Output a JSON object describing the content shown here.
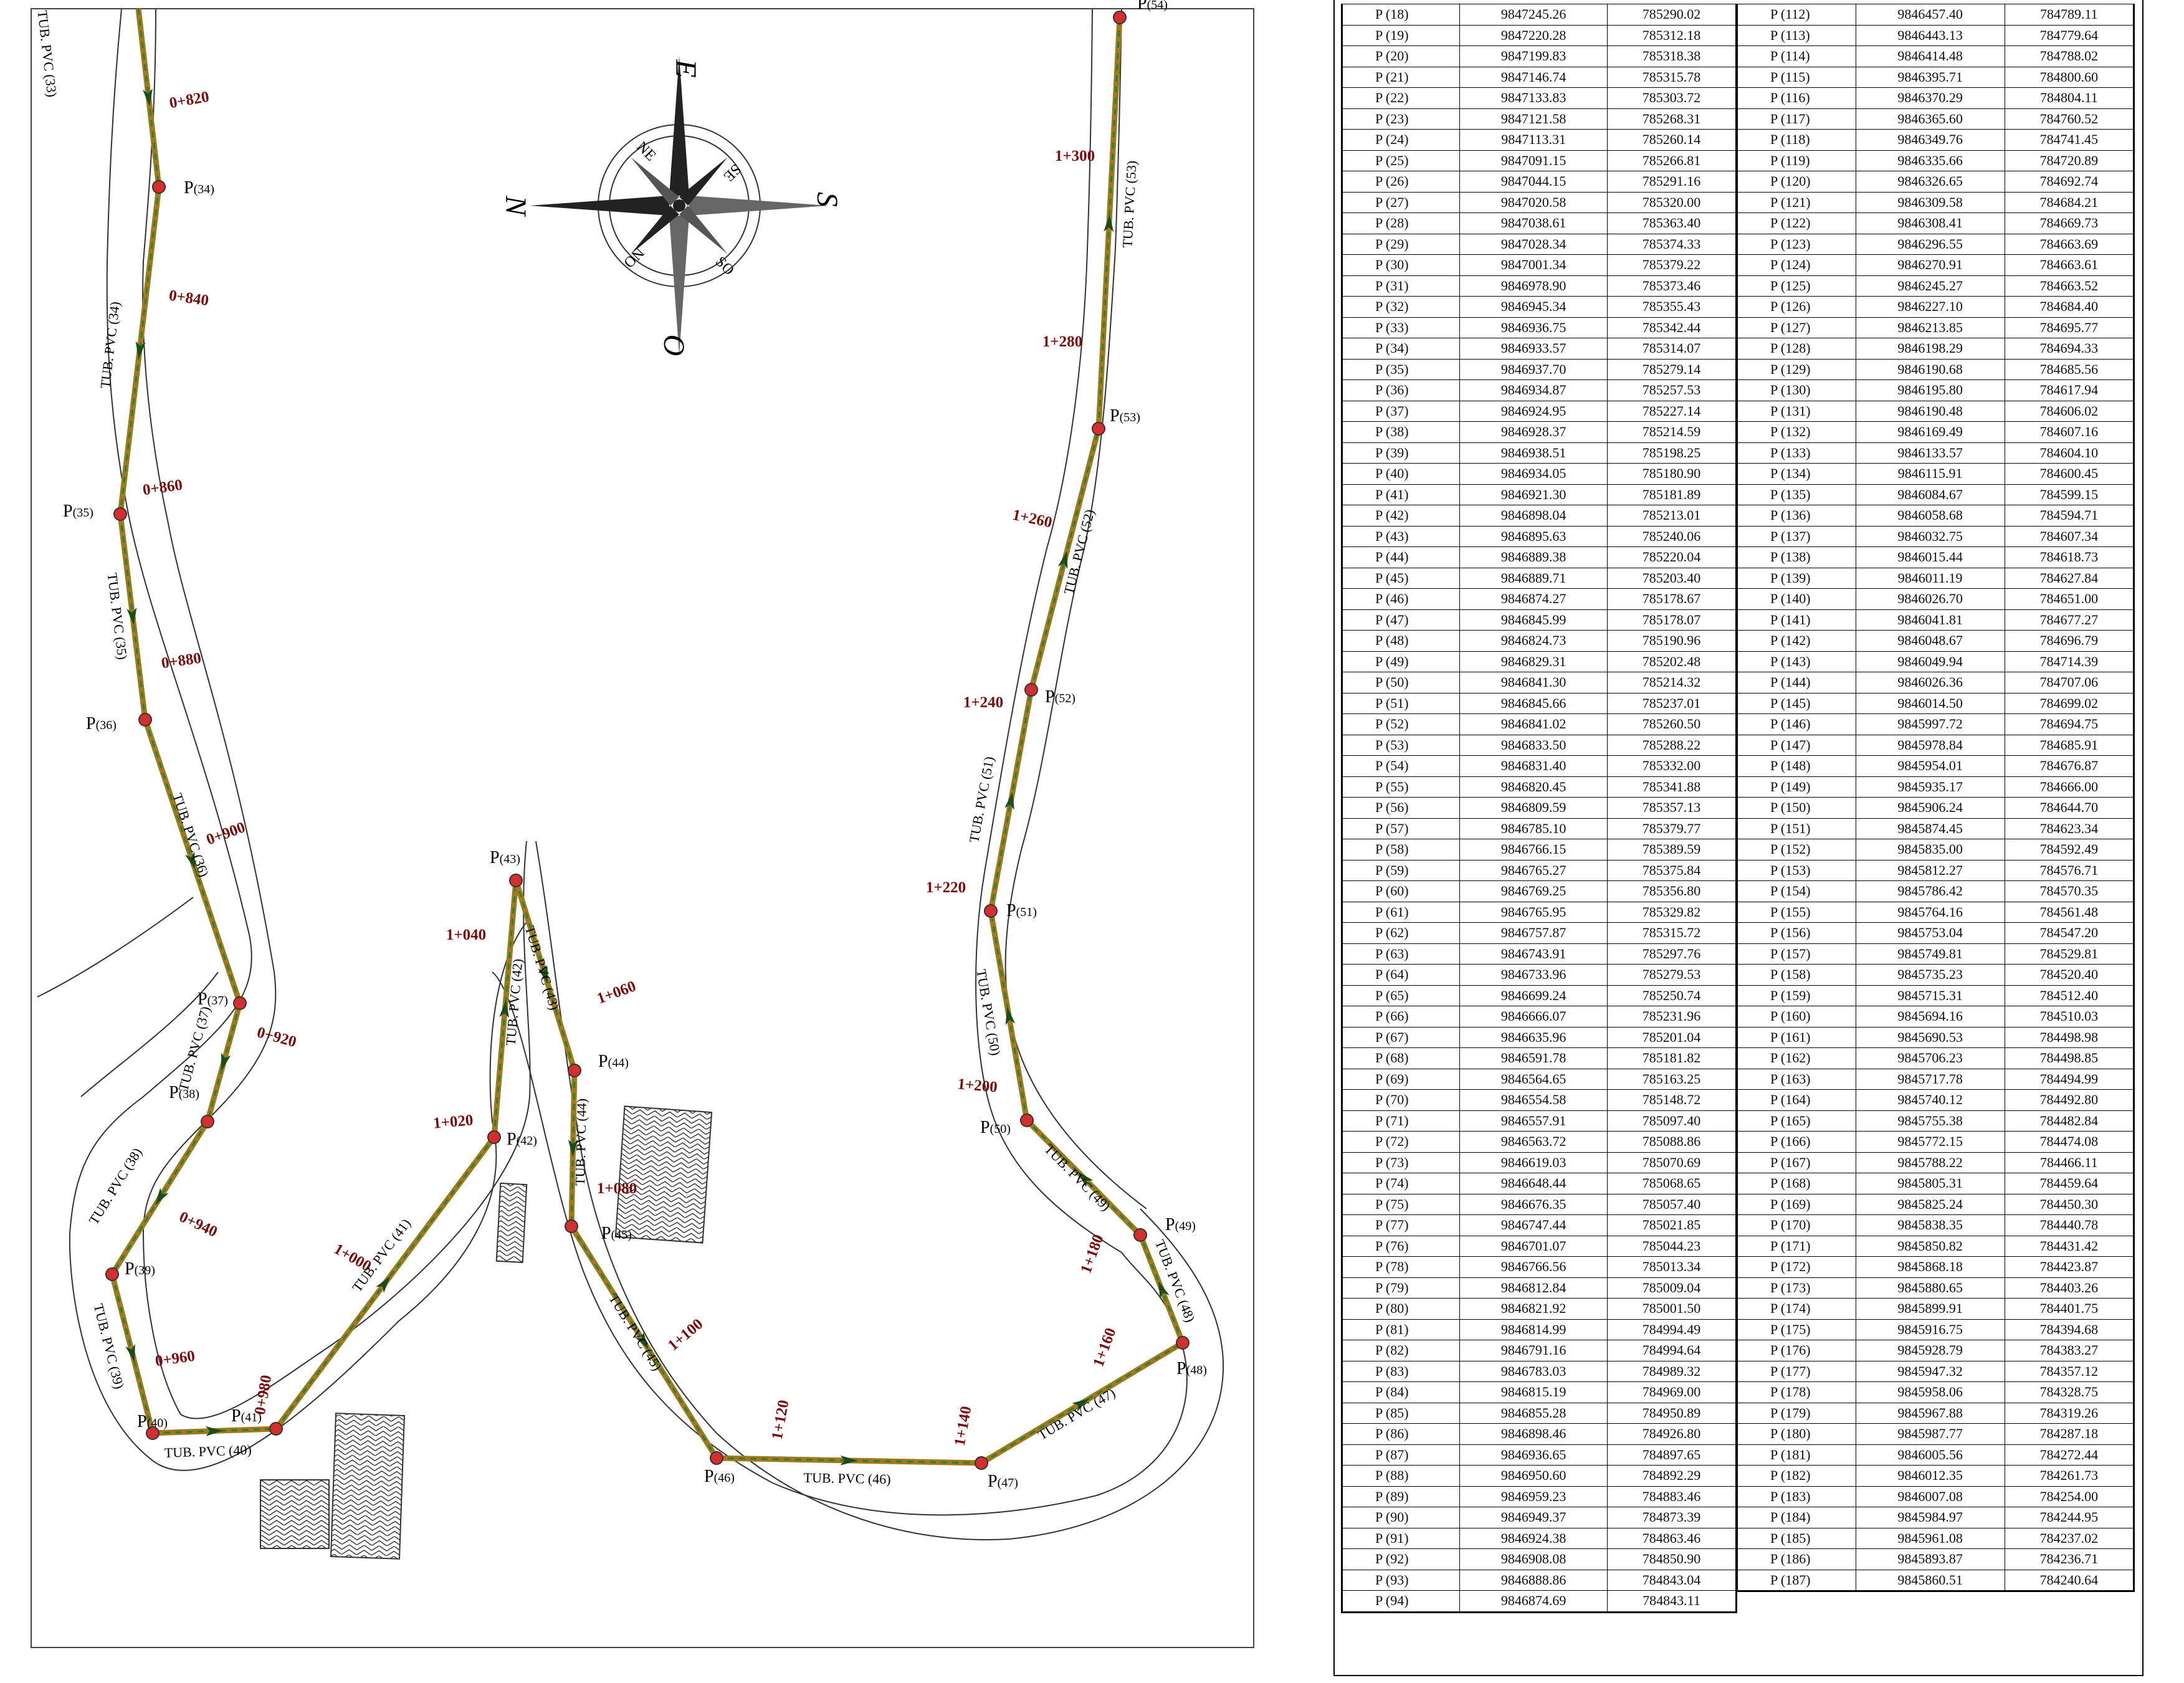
{
  "compass": {
    "north": "N",
    "east": "E",
    "south": "S",
    "west": "O",
    "ne": "NE",
    "se": "SE",
    "so": "SO",
    "no": "NO"
  },
  "stations": [
    "0+820",
    "0+840",
    "0+860",
    "0+880",
    "0+900",
    "0+920",
    "0+940",
    "0+960",
    "0+980",
    "1+000",
    "1+020",
    "1+040",
    "1+060",
    "1+080",
    "1+100",
    "1+120",
    "1+140",
    "1+160",
    "1+180",
    "1+200",
    "1+220",
    "1+240",
    "1+260",
    "1+280",
    "1+300"
  ],
  "pipes": [
    "TUB. PVC (33)",
    "TUB. PVC (34)",
    "TUB. PVC (35)",
    "TUB. PVC (36)",
    "TUB. PVC (37)",
    "TUB. PVC (38)",
    "TUB. PVC (39)",
    "TUB. PVC (40)",
    "TUB. PVC (41)",
    "TUB. PVC (42)",
    "TUB. PVC (43)",
    "TUB. PVC (44)",
    "TUB. PVC (45)",
    "TUB. PVC (46)",
    "TUB. PVC (47)",
    "TUB. PVC (48)",
    "TUB. PVC (49)",
    "TUB. PVC (50)",
    "TUB. PVC (51)",
    "TUB. PVC (52)",
    "TUB. PVC (53)"
  ],
  "points": [
    {
      "p": "P",
      "n": "(34)"
    },
    {
      "p": "P",
      "n": "(35)"
    },
    {
      "p": "P",
      "n": "(36)"
    },
    {
      "p": "P",
      "n": "(37)"
    },
    {
      "p": "P",
      "n": "(38)"
    },
    {
      "p": "P",
      "n": "(39)"
    },
    {
      "p": "P",
      "n": "(40)"
    },
    {
      "p": "P",
      "n": "(41)"
    },
    {
      "p": "P",
      "n": "(42)"
    },
    {
      "p": "P",
      "n": "(43)"
    },
    {
      "p": "P",
      "n": "(44)"
    },
    {
      "p": "P",
      "n": "(45)"
    },
    {
      "p": "P",
      "n": "(46)"
    },
    {
      "p": "P",
      "n": "(47)"
    },
    {
      "p": "P",
      "n": "(48)"
    },
    {
      "p": "P",
      "n": "(49)"
    },
    {
      "p": "P",
      "n": "(50)"
    },
    {
      "p": "P",
      "n": "(51)"
    },
    {
      "p": "P",
      "n": "(52)"
    },
    {
      "p": "P",
      "n": "(53)"
    },
    {
      "p": "P",
      "n": "(54)"
    }
  ],
  "table_left": [
    [
      "P (18)",
      "9847245.26",
      "785290.02"
    ],
    [
      "P (19)",
      "9847220.28",
      "785312.18"
    ],
    [
      "P (20)",
      "9847199.83",
      "785318.38"
    ],
    [
      "P (21)",
      "9847146.74",
      "785315.78"
    ],
    [
      "P (22)",
      "9847133.83",
      "785303.72"
    ],
    [
      "P (23)",
      "9847121.58",
      "785268.31"
    ],
    [
      "P (24)",
      "9847113.31",
      "785260.14"
    ],
    [
      "P (25)",
      "9847091.15",
      "785266.81"
    ],
    [
      "P (26)",
      "9847044.15",
      "785291.16"
    ],
    [
      "P (27)",
      "9847020.58",
      "785320.00"
    ],
    [
      "P (28)",
      "9847038.61",
      "785363.40"
    ],
    [
      "P (29)",
      "9847028.34",
      "785374.33"
    ],
    [
      "P (30)",
      "9847001.34",
      "785379.22"
    ],
    [
      "P (31)",
      "9846978.90",
      "785373.46"
    ],
    [
      "P (32)",
      "9846945.34",
      "785355.43"
    ],
    [
      "P (33)",
      "9846936.75",
      "785342.44"
    ],
    [
      "P (34)",
      "9846933.57",
      "785314.07"
    ],
    [
      "P (35)",
      "9846937.70",
      "785279.14"
    ],
    [
      "P (36)",
      "9846934.87",
      "785257.53"
    ],
    [
      "P (37)",
      "9846924.95",
      "785227.14"
    ],
    [
      "P (38)",
      "9846928.37",
      "785214.59"
    ],
    [
      "P (39)",
      "9846938.51",
      "785198.25"
    ],
    [
      "P (40)",
      "9846934.05",
      "785180.90"
    ],
    [
      "P (41)",
      "9846921.30",
      "785181.89"
    ],
    [
      "P (42)",
      "9846898.04",
      "785213.01"
    ],
    [
      "P (43)",
      "9846895.63",
      "785240.06"
    ],
    [
      "P (44)",
      "9846889.38",
      "785220.04"
    ],
    [
      "P (45)",
      "9846889.71",
      "785203.40"
    ],
    [
      "P (46)",
      "9846874.27",
      "785178.67"
    ],
    [
      "P (47)",
      "9846845.99",
      "785178.07"
    ],
    [
      "P (48)",
      "9846824.73",
      "785190.96"
    ],
    [
      "P (49)",
      "9846829.31",
      "785202.48"
    ],
    [
      "P (50)",
      "9846841.30",
      "785214.32"
    ],
    [
      "P (51)",
      "9846845.66",
      "785237.01"
    ],
    [
      "P (52)",
      "9846841.02",
      "785260.50"
    ],
    [
      "P (53)",
      "9846833.50",
      "785288.22"
    ],
    [
      "P (54)",
      "9846831.40",
      "785332.00"
    ],
    [
      "P (55)",
      "9846820.45",
      "785341.88"
    ],
    [
      "P (56)",
      "9846809.59",
      "785357.13"
    ],
    [
      "P (57)",
      "9846785.10",
      "785379.77"
    ],
    [
      "P (58)",
      "9846766.15",
      "785389.59"
    ],
    [
      "P (59)",
      "9846765.27",
      "785375.84"
    ],
    [
      "P (60)",
      "9846769.25",
      "785356.80"
    ],
    [
      "P (61)",
      "9846765.95",
      "785329.82"
    ],
    [
      "P (62)",
      "9846757.87",
      "785315.72"
    ],
    [
      "P (63)",
      "9846743.91",
      "785297.76"
    ],
    [
      "P (64)",
      "9846733.96",
      "785279.53"
    ],
    [
      "P (65)",
      "9846699.24",
      "785250.74"
    ],
    [
      "P (66)",
      "9846666.07",
      "785231.96"
    ],
    [
      "P (67)",
      "9846635.96",
      "785201.04"
    ],
    [
      "P (68)",
      "9846591.78",
      "785181.82"
    ],
    [
      "P (69)",
      "9846564.65",
      "785163.25"
    ],
    [
      "P (70)",
      "9846554.58",
      "785148.72"
    ],
    [
      "P (71)",
      "9846557.91",
      "785097.40"
    ],
    [
      "P (72)",
      "9846563.72",
      "785088.86"
    ],
    [
      "P (73)",
      "9846619.03",
      "785070.69"
    ],
    [
      "P (74)",
      "9846648.44",
      "785068.65"
    ],
    [
      "P (75)",
      "9846676.35",
      "785057.40"
    ],
    [
      "P (77)",
      "9846747.44",
      "785021.85"
    ],
    [
      "P (76)",
      "9846701.07",
      "785044.23"
    ],
    [
      "P (78)",
      "9846766.56",
      "785013.34"
    ],
    [
      "P (79)",
      "9846812.84",
      "785009.04"
    ],
    [
      "P (80)",
      "9846821.92",
      "785001.50"
    ],
    [
      "P (81)",
      "9846814.99",
      "784994.49"
    ],
    [
      "P (82)",
      "9846791.16",
      "784994.64"
    ],
    [
      "P (83)",
      "9846783.03",
      "784989.32"
    ],
    [
      "P (84)",
      "9846815.19",
      "784969.00"
    ],
    [
      "P (85)",
      "9846855.28",
      "784950.89"
    ],
    [
      "P (86)",
      "9846898.46",
      "784926.80"
    ],
    [
      "P (87)",
      "9846936.65",
      "784897.65"
    ],
    [
      "P (88)",
      "9846950.60",
      "784892.29"
    ],
    [
      "P (89)",
      "9846959.23",
      "784883.46"
    ],
    [
      "P (90)",
      "9846949.37",
      "784873.39"
    ],
    [
      "P (91)",
      "9846924.38",
      "784863.46"
    ],
    [
      "P (92)",
      "9846908.08",
      "784850.90"
    ],
    [
      "P (93)",
      "9846888.86",
      "784843.04"
    ],
    [
      "P (94)",
      "9846874.69",
      "784843.11"
    ]
  ],
  "table_right": [
    [
      "P (112)",
      "9846457.40",
      "784789.11"
    ],
    [
      "P (113)",
      "9846443.13",
      "784779.64"
    ],
    [
      "P (114)",
      "9846414.48",
      "784788.02"
    ],
    [
      "P (115)",
      "9846395.71",
      "784800.60"
    ],
    [
      "P (116)",
      "9846370.29",
      "784804.11"
    ],
    [
      "P (117)",
      "9846365.60",
      "784760.52"
    ],
    [
      "P (118)",
      "9846349.76",
      "784741.45"
    ],
    [
      "P (119)",
      "9846335.66",
      "784720.89"
    ],
    [
      "P (120)",
      "9846326.65",
      "784692.74"
    ],
    [
      "P (121)",
      "9846309.58",
      "784684.21"
    ],
    [
      "P (122)",
      "9846308.41",
      "784669.73"
    ],
    [
      "P (123)",
      "9846296.55",
      "784663.69"
    ],
    [
      "P (124)",
      "9846270.91",
      "784663.61"
    ],
    [
      "P (125)",
      "9846245.27",
      "784663.52"
    ],
    [
      "P (126)",
      "9846227.10",
      "784684.40"
    ],
    [
      "P (127)",
      "9846213.85",
      "784695.77"
    ],
    [
      "P (128)",
      "9846198.29",
      "784694.33"
    ],
    [
      "P (129)",
      "9846190.68",
      "784685.56"
    ],
    [
      "P (130)",
      "9846195.80",
      "784617.94"
    ],
    [
      "P (131)",
      "9846190.48",
      "784606.02"
    ],
    [
      "P (132)",
      "9846169.49",
      "784607.16"
    ],
    [
      "P (133)",
      "9846133.57",
      "784604.10"
    ],
    [
      "P (134)",
      "9846115.91",
      "784600.45"
    ],
    [
      "P (135)",
      "9846084.67",
      "784599.15"
    ],
    [
      "P (136)",
      "9846058.68",
      "784594.71"
    ],
    [
      "P (137)",
      "9846032.75",
      "784607.34"
    ],
    [
      "P (138)",
      "9846015.44",
      "784618.73"
    ],
    [
      "P (139)",
      "9846011.19",
      "784627.84"
    ],
    [
      "P (140)",
      "9846026.70",
      "784651.00"
    ],
    [
      "P (141)",
      "9846041.81",
      "784677.27"
    ],
    [
      "P (142)",
      "9846048.67",
      "784696.79"
    ],
    [
      "P (143)",
      "9846049.94",
      "784714.39"
    ],
    [
      "P (144)",
      "9846026.36",
      "784707.06"
    ],
    [
      "P (145)",
      "9846014.50",
      "784699.02"
    ],
    [
      "P (146)",
      "9845997.72",
      "784694.75"
    ],
    [
      "P (147)",
      "9845978.84",
      "784685.91"
    ],
    [
      "P (148)",
      "9845954.01",
      "784676.87"
    ],
    [
      "P (149)",
      "9845935.17",
      "784666.00"
    ],
    [
      "P (150)",
      "9845906.24",
      "784644.70"
    ],
    [
      "P (151)",
      "9845874.45",
      "784623.34"
    ],
    [
      "P (152)",
      "9845835.00",
      "784592.49"
    ],
    [
      "P (153)",
      "9845812.27",
      "784576.71"
    ],
    [
      "P (154)",
      "9845786.42",
      "784570.35"
    ],
    [
      "P (155)",
      "9845764.16",
      "784561.48"
    ],
    [
      "P (156)",
      "9845753.04",
      "784547.20"
    ],
    [
      "P (157)",
      "9845749.81",
      "784529.81"
    ],
    [
      "P (158)",
      "9845735.23",
      "784520.40"
    ],
    [
      "P (159)",
      "9845715.31",
      "784512.40"
    ],
    [
      "P (160)",
      "9845694.16",
      "784510.03"
    ],
    [
      "P (161)",
      "9845690.53",
      "784498.98"
    ],
    [
      "P (162)",
      "9845706.23",
      "784498.85"
    ],
    [
      "P (163)",
      "9845717.78",
      "784494.99"
    ],
    [
      "P (164)",
      "9845740.12",
      "784492.80"
    ],
    [
      "P (165)",
      "9845755.38",
      "784482.84"
    ],
    [
      "P (166)",
      "9845772.15",
      "784474.08"
    ],
    [
      "P (167)",
      "9845788.22",
      "784466.11"
    ],
    [
      "P (168)",
      "9845805.31",
      "784459.64"
    ],
    [
      "P (169)",
      "9845825.24",
      "784450.30"
    ],
    [
      "P (170)",
      "9845838.35",
      "784440.78"
    ],
    [
      "P (171)",
      "9845850.82",
      "784431.42"
    ],
    [
      "P (172)",
      "9845868.18",
      "784423.87"
    ],
    [
      "P (173)",
      "9845880.65",
      "784403.26"
    ],
    [
      "P (174)",
      "9845899.91",
      "784401.75"
    ],
    [
      "P (175)",
      "9845916.75",
      "784394.68"
    ],
    [
      "P (176)",
      "9845928.79",
      "784383.27"
    ],
    [
      "P (177)",
      "9845947.32",
      "784357.12"
    ],
    [
      "P (178)",
      "9845958.06",
      "784328.75"
    ],
    [
      "P (179)",
      "9845967.88",
      "784319.26"
    ],
    [
      "P (180)",
      "9845987.77",
      "784287.18"
    ],
    [
      "P (181)",
      "9846005.56",
      "784272.44"
    ],
    [
      "P (182)",
      "9846012.35",
      "784261.73"
    ],
    [
      "P (183)",
      "9846007.08",
      "784254.00"
    ],
    [
      "P (184)",
      "9845984.97",
      "784244.95"
    ],
    [
      "P (185)",
      "9845961.08",
      "784237.02"
    ],
    [
      "P (186)",
      "9845893.87",
      "784236.71"
    ],
    [
      "P (187)",
      "9845860.51",
      "784240.64"
    ]
  ],
  "colors": {
    "pipe": "#a07a1c",
    "pipe_dash": "#2e7d32",
    "node": "#d32f2f",
    "station": "#7b0b0b",
    "road": "#222222"
  }
}
